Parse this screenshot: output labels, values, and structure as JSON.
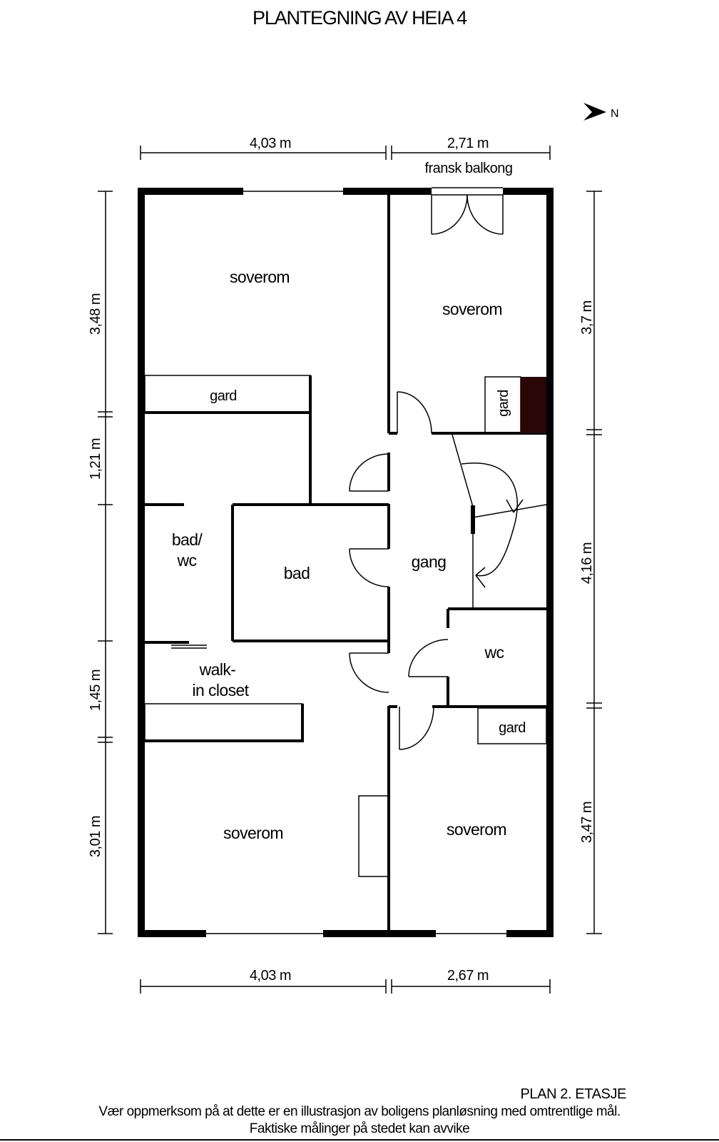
{
  "title": "PLANTEGNING AV HEIA 4",
  "north_label": "N",
  "balcony_label": "fransk balkong",
  "rooms": {
    "bedroom_nw": "soverom",
    "bedroom_ne": "soverom",
    "wardrobe_w": "gard",
    "wardrobe_ne": "gard",
    "bathroom_wc_line1": "bad/",
    "bathroom_wc_line2": "wc",
    "bathroom": "bad",
    "hallway": "gang",
    "wc": "wc",
    "walkin_line1": "walk-",
    "walkin_line2": "in closet",
    "wardrobe_se": "gard",
    "bedroom_sw": "soverom",
    "bedroom_se": "soverom"
  },
  "dimensions": {
    "top_left": "4,03 m",
    "top_right": "2,71 m",
    "bottom_left": "4,03 m",
    "bottom_right": "2,67 m",
    "left_1": "3,48 m",
    "left_2": "1,21 m",
    "left_3": "1,45 m",
    "left_4": "3,01 m",
    "right_1": "3,7 m",
    "right_2": "4,16 m",
    "right_3": "3,47 m"
  },
  "footer": {
    "plan": "PLAN 2. ETASJE",
    "note1": "Vær oppmerksom på at dette er en illustrasjon av boligens planløsning med omtrentlige mål.",
    "note2": "Faktiske målinger på stedet kan avvike"
  },
  "colors": {
    "line": "#000000",
    "chimney": "#2a0606",
    "background": "#ffffff"
  }
}
